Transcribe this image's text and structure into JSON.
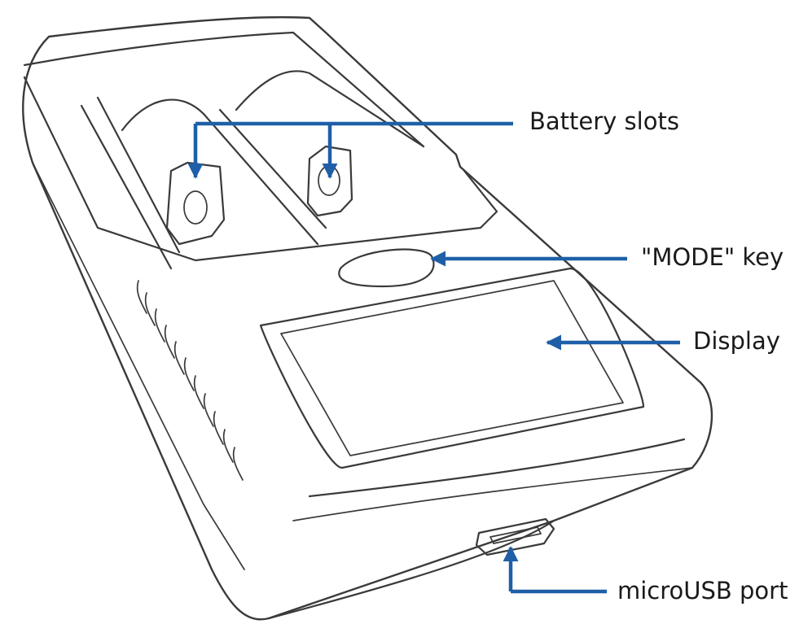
{
  "labels": {
    "battery_slots": "Battery slots",
    "mode_key": "\"MODE\" key",
    "display": "Display",
    "microusb_port": "microUSB port"
  },
  "colors": {
    "arrow": "#1f5fa8",
    "outline": "#3a3a3a",
    "text": "#1a1a1a",
    "background": "#ffffff"
  }
}
